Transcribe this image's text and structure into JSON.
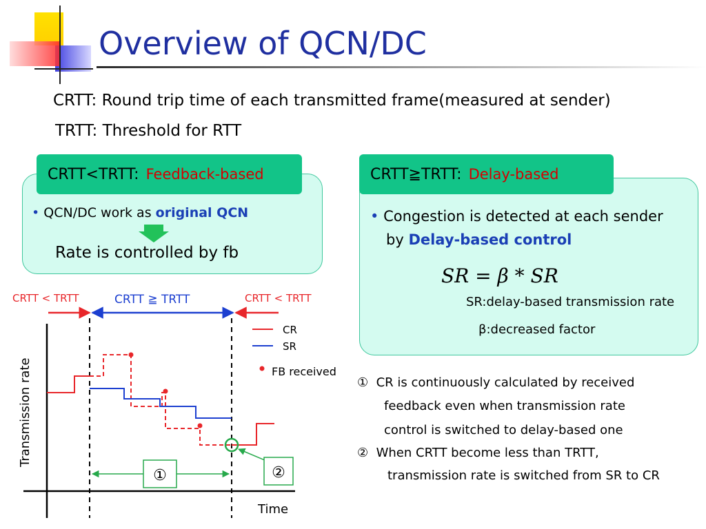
{
  "title": "Overview of QCN/DC",
  "definitions": {
    "crtt": "CRTT:  Round trip time of each transmitted frame(measured at sender)",
    "trtt": "TRTT:  Threshold for RTT"
  },
  "left_panel": {
    "tab_label": "CRTT<TRTT:",
    "tab_mode": "Feedback-based",
    "bullet_prefix": "QCN/DC work as ",
    "bullet_strong": "original QCN",
    "result": "Rate is controlled by fb"
  },
  "right_panel": {
    "tab_label": "CRTT≧TRTT:",
    "tab_mode": "Delay-based",
    "bullet_line1": "Congestion is detected at each sender",
    "bullet_line2_prefix": "by ",
    "bullet_line2_strong": "Delay-based control",
    "formula": "SR = β * SR",
    "sr_def": "SR:delay-based transmission rate",
    "beta_def": "β:decreased factor"
  },
  "diagram": {
    "region_left": "CRTT < TRTT",
    "region_mid": "CRTT ≧ TRTT",
    "region_right": "CRTT < TRTT",
    "legend_cr": "CR",
    "legend_sr": "SR",
    "legend_fb": "FB received",
    "ylabel": "Transmission rate",
    "xlabel": "Time",
    "box1": "①",
    "box2": "②",
    "colors": {
      "cr": "#e8262a",
      "sr": "#1c3fd0",
      "green": "#27a94b",
      "region_mid": "#1c3fd0",
      "region_side": "#e8262a"
    }
  },
  "notes": {
    "n1_marker": "①",
    "n1_line1": "CR is continuously calculated  by received",
    "n1_line2": "feedback  even when transmission rate",
    "n1_line3": "control is switched to delay-based one",
    "n2_marker": "②",
    "n2_line1": "When CRTT become less than TRTT,",
    "n2_line2": "transmission rate is switched from SR to CR"
  }
}
